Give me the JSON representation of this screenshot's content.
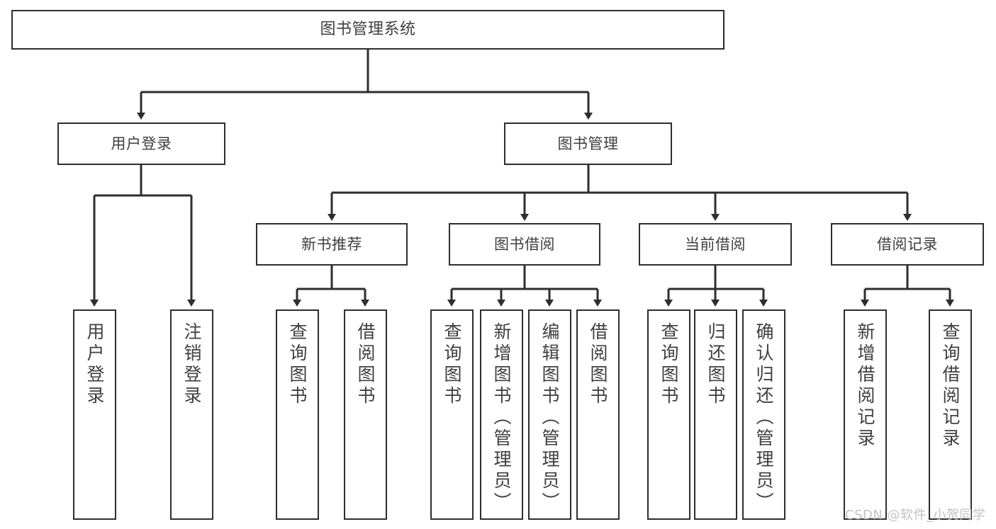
{
  "diagram": {
    "title": "图书管理系统",
    "type": "hierarchy-tree",
    "background_color": "#ffffff",
    "stroke_color": "#2e2e2e",
    "text_color": "#3f3f3f"
  },
  "watermark": {
    "text": "CSDN @软件_小贺同学",
    "color": "#c2c2c2"
  },
  "nodes": {
    "root": {
      "label": "图书管理系统"
    },
    "level1": [
      {
        "label": "用户登录"
      },
      {
        "label": "图书管理"
      }
    ],
    "level2": [
      {
        "label": "新书推荐"
      },
      {
        "label": "图书借阅"
      },
      {
        "label": "当前借阅"
      },
      {
        "label": "借阅记录"
      }
    ],
    "leaves_user_login": [
      {
        "label": "用户登录"
      },
      {
        "label": "注销登录"
      }
    ],
    "leaves_new_book": [
      {
        "label": "查询图书"
      },
      {
        "label": "借阅图书"
      }
    ],
    "leaves_borrow": [
      {
        "label": "查询图书"
      },
      {
        "label": "新增图书（管理员）"
      },
      {
        "label": "编辑图书（管理员）"
      },
      {
        "label": "借阅图书"
      }
    ],
    "leaves_current": [
      {
        "label": "查询图书"
      },
      {
        "label": "归还图书"
      },
      {
        "label": "确认归还（管理员）"
      }
    ],
    "leaves_record": [
      {
        "label": "新增借阅记录"
      },
      {
        "label": "查询借阅记录"
      }
    ]
  }
}
